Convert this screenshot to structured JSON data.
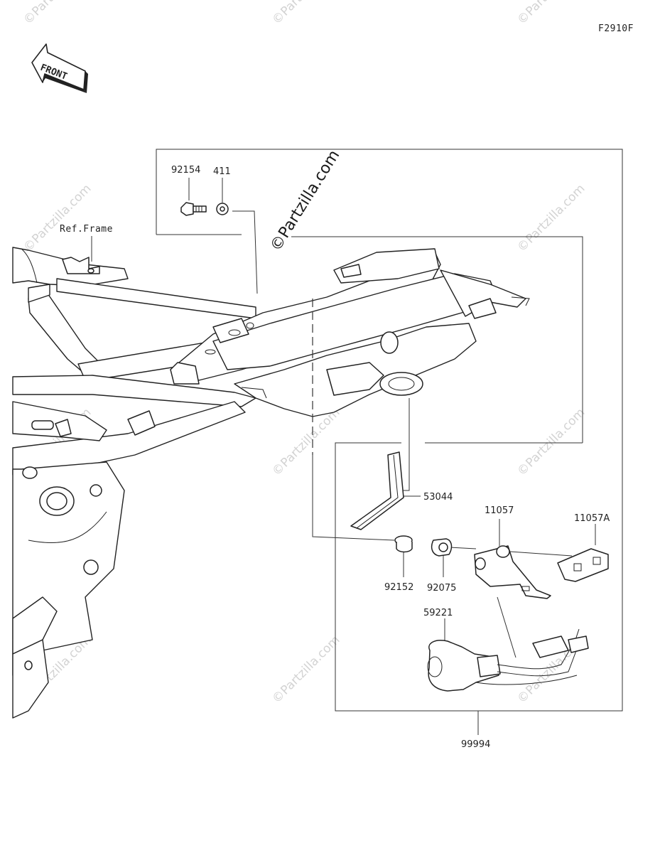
{
  "diagram": {
    "figure_code": "F2910F",
    "front_arrow_label": "FRONT",
    "watermark_text": "©Partzilla.com",
    "ref_label": "Ref.Frame",
    "parts": [
      {
        "number": "92154"
      },
      {
        "number": "411"
      },
      {
        "number": "53044"
      },
      {
        "number": "11057"
      },
      {
        "number": "11057A"
      },
      {
        "number": "92152"
      },
      {
        "number": "92075"
      },
      {
        "number": "59221"
      },
      {
        "number": "99994"
      }
    ]
  }
}
